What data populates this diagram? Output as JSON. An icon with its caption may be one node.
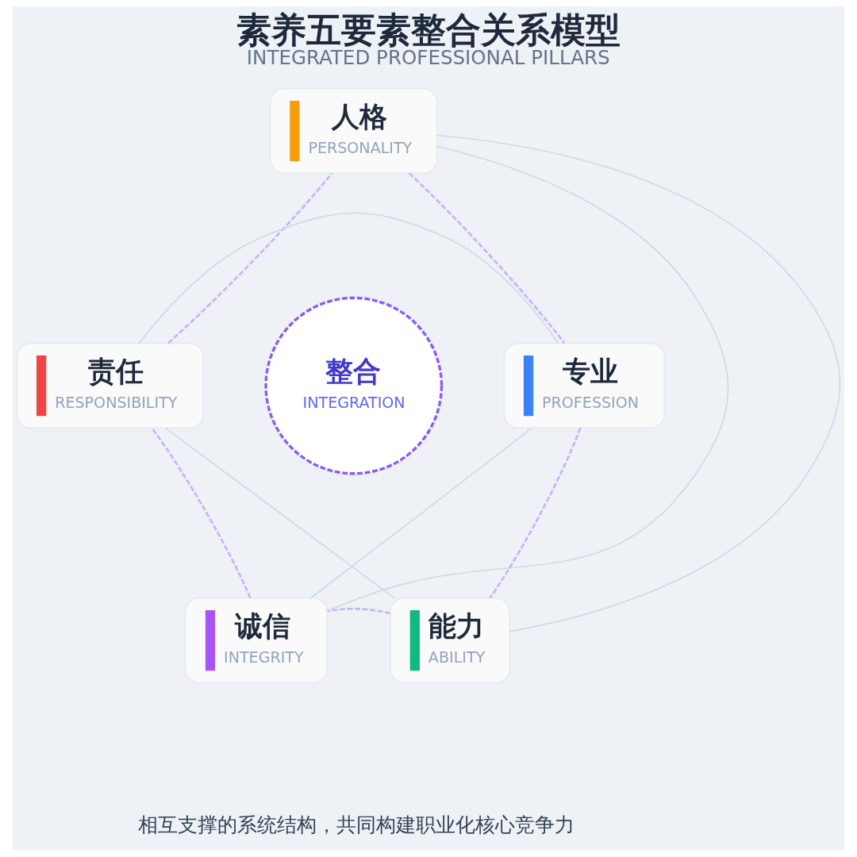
{
  "diagram": {
    "title": "素养五要素整合关系模型",
    "nodes": [
      {
        "text": [
          "人格",
          "PERSONALITY"
        ]
      },
      {
        "text": [
          "责任",
          "RESPONSIBILITY"
        ]
      },
      {
        "text": [
          "整合",
          "INTEGRATION"
        ]
      },
      {
        "text": [
          "专业",
          "PROFESSION"
        ]
      },
      {
        "text": [
          "诚信",
          "INTEGRITY"
        ]
      },
      {
        "text": [
          "能力",
          "ABILITY"
        ]
      }
    ],
    "edges": [
      {
        "from": 0,
        "to": 3,
        "arrow": "none",
        "style": "dashed",
        "color": "#c4b5fd"
      },
      {
        "from": 3,
        "to": 5,
        "arrow": "none",
        "style": "dashed",
        "color": "#c4b5fd"
      },
      {
        "from": 5,
        "to": 4,
        "arrow": "none",
        "style": "dashed",
        "color": "#c4b5fd"
      },
      {
        "from": 4,
        "to": 1,
        "arrow": "none",
        "style": "dashed",
        "color": "#c4b5fd"
      },
      {
        "from": 1,
        "to": 0,
        "arrow": "none",
        "style": "dashed",
        "color": "#c4b5fd"
      },
      {
        "from": 0,
        "to": 5,
        "arrow": "none"
      },
      {
        "from": 0,
        "to": 4,
        "arrow": "none"
      },
      {
        "from": 1,
        "to": 3,
        "arrow": "none"
      },
      {
        "from": 1,
        "to": 5,
        "arrow": "none"
      },
      {
        "from": 3,
        "to": 4,
        "arrow": "none"
      }
    ],
    "labels": [
      "INTEGRATED PROFESSIONAL PILLARS",
      "相互支撑的系统结构，共同构建职业化核心竞争力"
    ]
  }
}
